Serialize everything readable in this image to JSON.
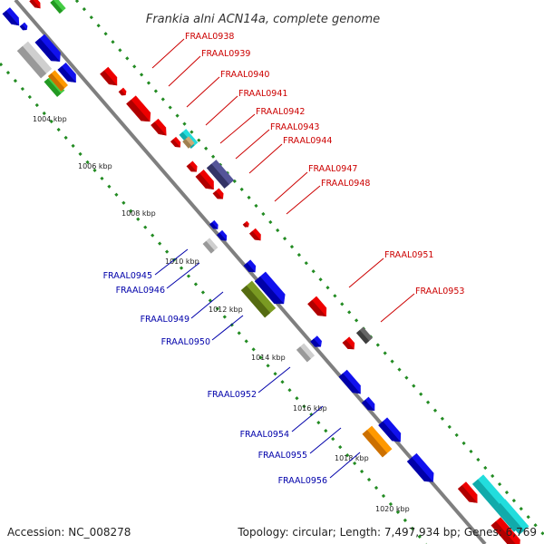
{
  "header": {
    "title": "Frankia alni ACN14a, complete genome"
  },
  "footer": {
    "accession": "Accession: NC_008278",
    "summary": "Topology: circular; Length: 7,497,934 bp; Genes: 6,769"
  },
  "colors": {
    "forward_label": "#cc0000",
    "reverse_label": "#0000aa",
    "backbone": "#808080",
    "ruler": "#228b22"
  },
  "scale": {
    "ticks": [
      "1004 kbp",
      "1006 kbp",
      "1008 kbp",
      "1010 kbp",
      "1012 kbp",
      "1014 kbp",
      "1016 kbp",
      "1018 kbp",
      "1020 kbp"
    ]
  },
  "genes": {
    "forward": [
      "FRAAL0938",
      "FRAAL0939",
      "FRAAL0940",
      "FRAAL0941",
      "FRAAL0942",
      "FRAAL0943",
      "FRAAL0944",
      "FRAAL0947",
      "FRAAL0948",
      "FRAAL0951",
      "FRAAL0953"
    ],
    "reverse": [
      "FRAAL0945",
      "FRAAL0946",
      "FRAAL0949",
      "FRAAL0950",
      "FRAAL0952",
      "FRAAL0954",
      "FRAAL0955",
      "FRAAL0956"
    ]
  }
}
